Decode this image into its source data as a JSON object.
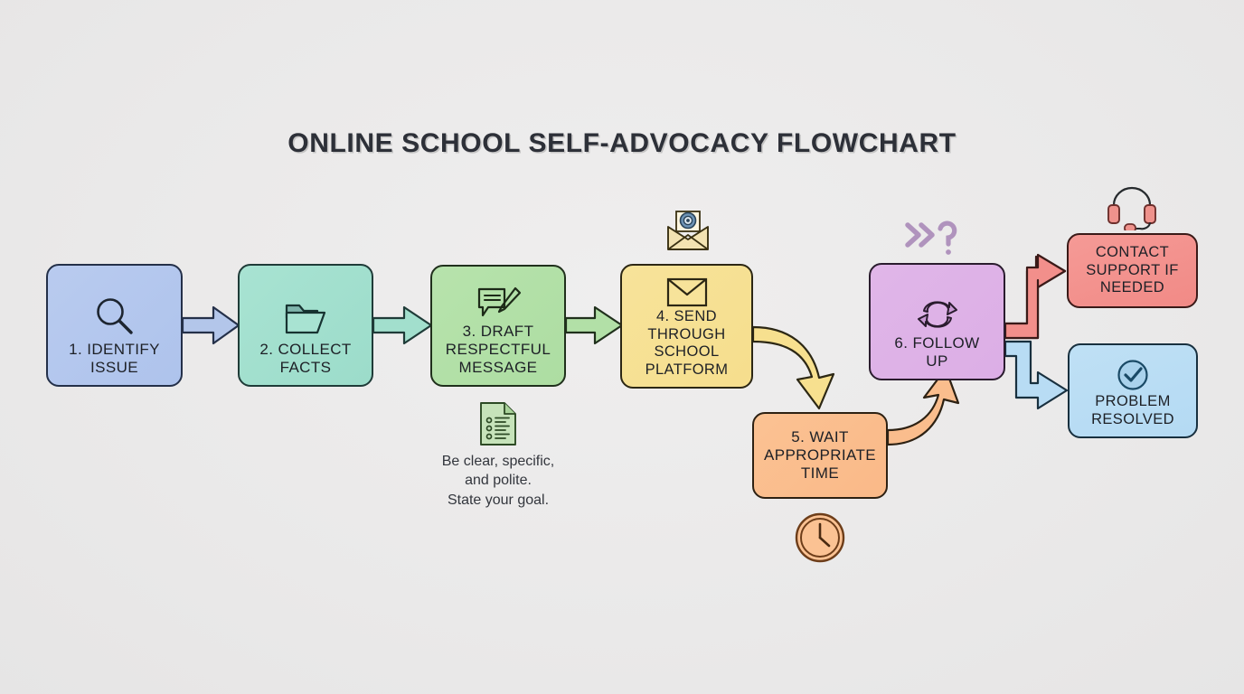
{
  "title": "ONLINE SCHOOL SELF-ADVOCACY FLOWCHART",
  "background_color": "#ecebeb",
  "nodes": [
    {
      "id": "identify-issue",
      "label": "1. IDENTIFY\nISSUE",
      "icon": "magnifying-glass-icon",
      "fill": "#b1c5ed",
      "stroke": "#243049"
    },
    {
      "id": "collect-facts",
      "label": "2. COLLECT\nFACTS",
      "icon": "folder-icon",
      "fill": "#a2dfcd",
      "stroke": "#1f3b38"
    },
    {
      "id": "draft-message",
      "label": "3. DRAFT\nRESPECTFUL\nMESSAGE",
      "icon": "speech-bubble-pencil-icon",
      "fill": "#b2e0a7",
      "stroke": "#20301c"
    },
    {
      "id": "send-platform",
      "label": "4. SEND\nTHROUGH\nSCHOOL\nPLATFORM",
      "icon": "envelope-icon",
      "fill": "#f6e094",
      "stroke": "#2c2714"
    },
    {
      "id": "wait-time",
      "label": "5. WAIT\nAPPROPRIATE\nTIME",
      "icon": "",
      "fill": "#fabd8d",
      "stroke": "#2d2113"
    },
    {
      "id": "follow-up",
      "label": "6. FOLLOW\nUP",
      "icon": "refresh-cycle-icon",
      "fill": "#ddb1e7",
      "stroke": "#2a1c2e"
    },
    {
      "id": "contact-support",
      "label": "CONTACT\nSUPPORT IF\nNEEDED",
      "icon": "",
      "fill": "#f28f8b",
      "stroke": "#3a1a18"
    },
    {
      "id": "problem-resolved",
      "label": "PROBLEM\nRESOLVED",
      "icon": "check-circle-icon",
      "fill": "#b8dcf4",
      "stroke": "#18303f"
    }
  ],
  "caption": {
    "text": "Be clear, specific,\nand polite.\nState your goal.",
    "icon": "document-list-icon"
  },
  "floating_icons": [
    {
      "id": "sealed-mail-icon",
      "above": "send-platform"
    },
    {
      "id": "chevrons-question-icon",
      "above": "follow-up"
    },
    {
      "id": "headset-icon",
      "above": "contact-support"
    },
    {
      "id": "clock-icon",
      "below": "wait-time"
    }
  ],
  "connectors": [
    {
      "from": "identify-issue",
      "to": "collect-facts",
      "style": "straight-block-arrow",
      "color": "#b3c6ea"
    },
    {
      "from": "collect-facts",
      "to": "draft-message",
      "style": "straight-block-arrow",
      "color": "#a2dfcd"
    },
    {
      "from": "draft-message",
      "to": "send-platform",
      "style": "straight-block-arrow",
      "color": "#b2e0a7"
    },
    {
      "from": "send-platform",
      "to": "wait-time",
      "style": "curved-arrow",
      "color": "#f7e08f"
    },
    {
      "from": "wait-time",
      "to": "follow-up",
      "style": "curved-arrow",
      "color": "#fabd8d"
    },
    {
      "from": "follow-up",
      "to": "contact-support",
      "style": "elbow-block-arrow",
      "color": "#f28f8b"
    },
    {
      "from": "follow-up",
      "to": "problem-resolved",
      "style": "elbow-block-arrow",
      "color": "#b8dcf4"
    }
  ]
}
